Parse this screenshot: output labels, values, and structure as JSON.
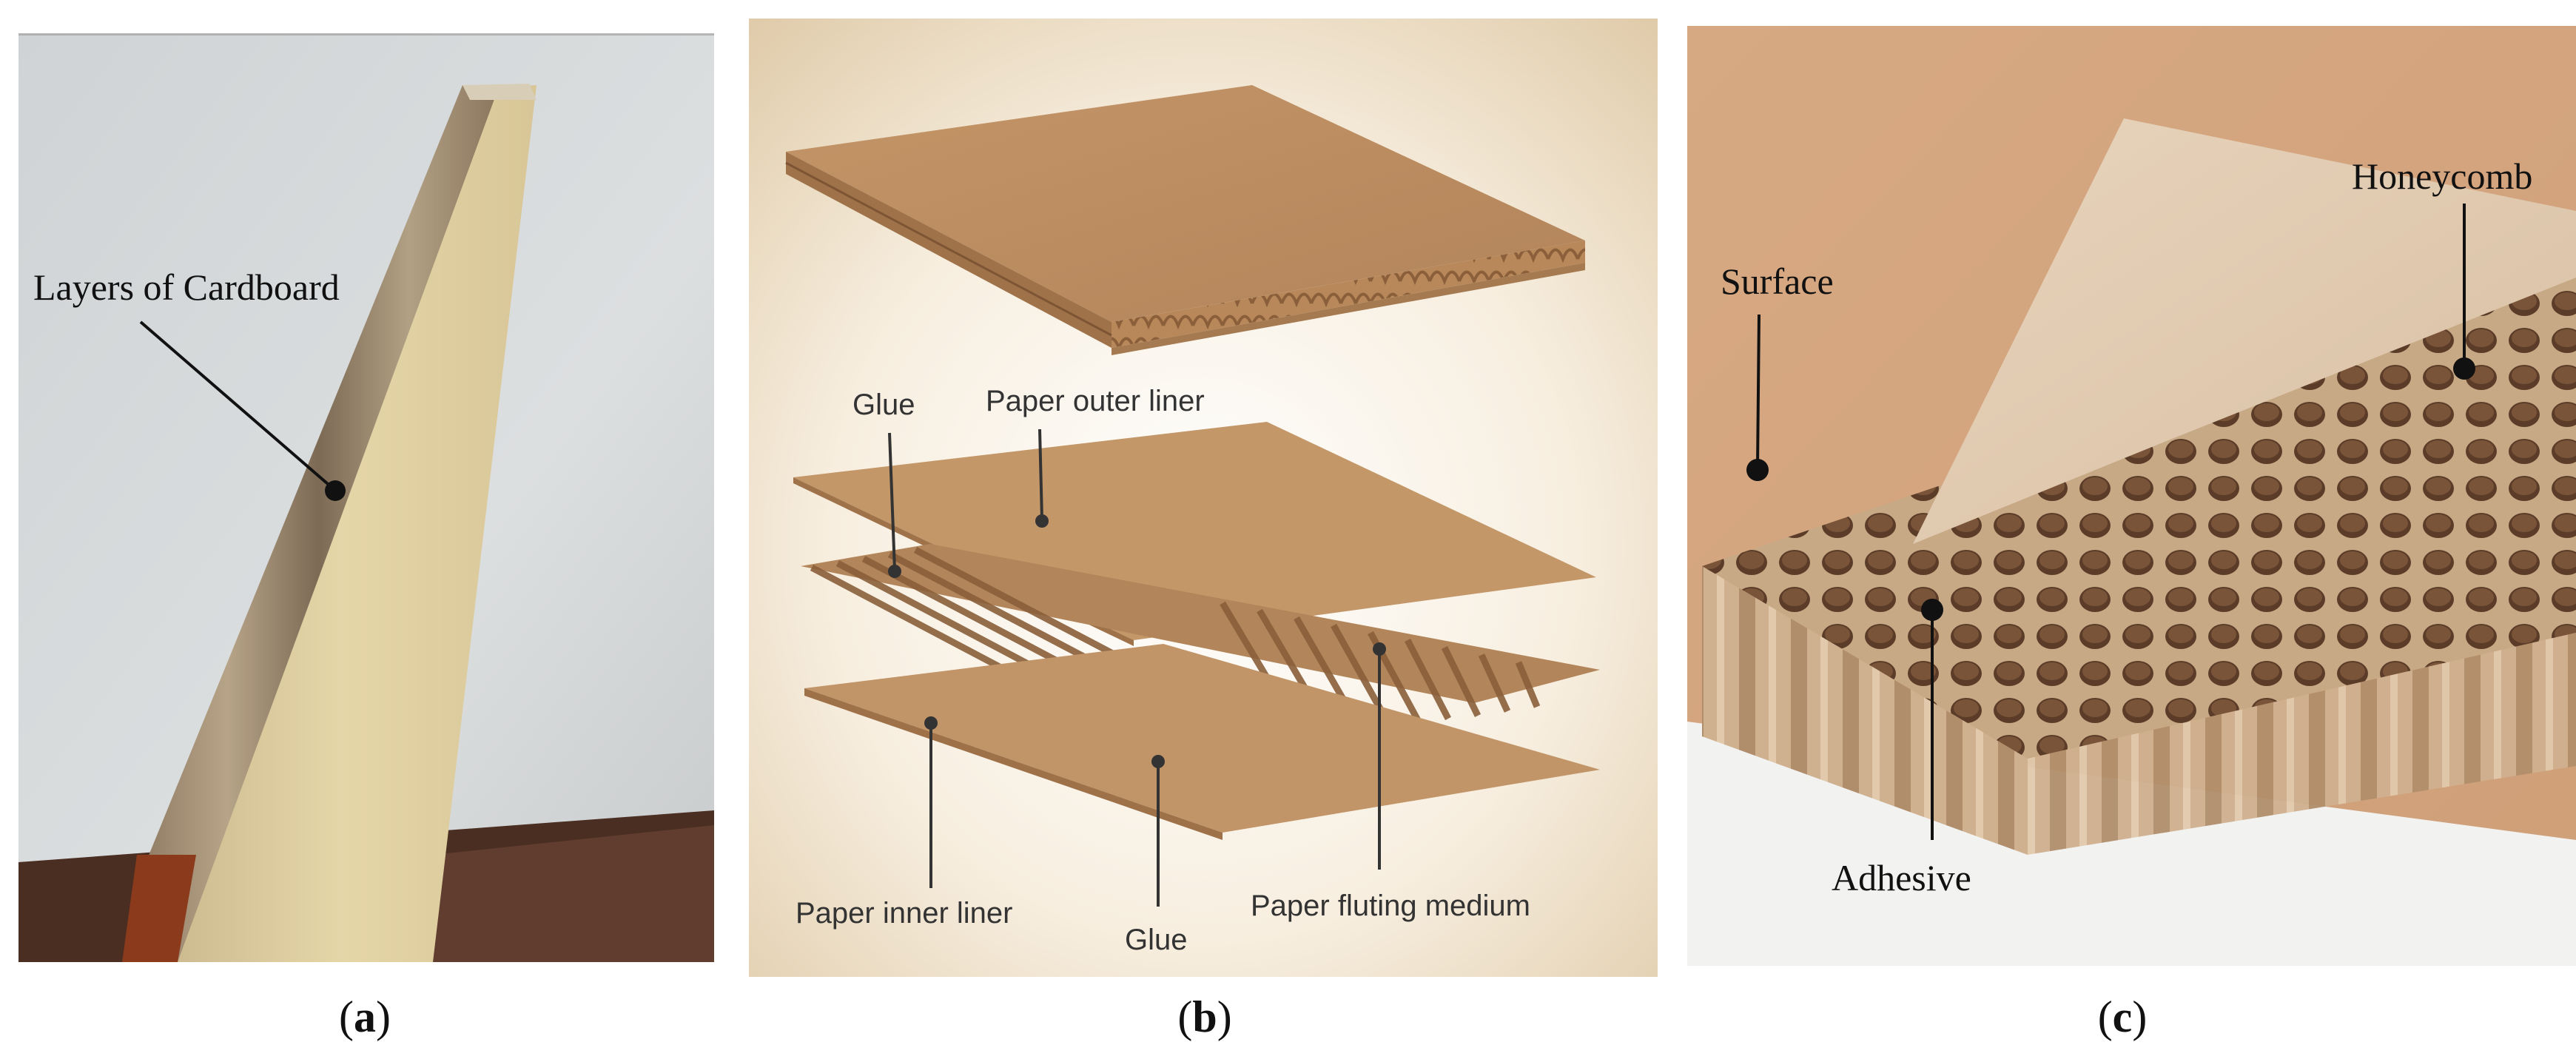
{
  "panels": {
    "a": {
      "caption_prefix": "(",
      "caption_letter": "a",
      "caption_suffix": ")",
      "labels": {
        "layers": "Layers of Cardboard"
      }
    },
    "b": {
      "caption_prefix": "(",
      "caption_letter": "b",
      "caption_suffix": ")",
      "labels": {
        "glue_top": "Glue",
        "outer_liner": "Paper outer liner",
        "inner_liner": "Paper inner liner",
        "glue_bottom": "Glue",
        "fluting": "Paper fluting medium"
      }
    },
    "c": {
      "caption_prefix": "(",
      "caption_letter": "c",
      "caption_suffix": ")",
      "labels": {
        "surface": "Surface",
        "honeycomb": "Honeycomb",
        "adhesive": "Adhesive"
      }
    }
  },
  "colors": {
    "cardboard": "#c9996a",
    "cardboard_dark": "#a9784c",
    "panel_b_bg": "#f3e8d6",
    "panel_a_bg": "#d6d9db",
    "panel_c_bg": "#d9ad86"
  }
}
